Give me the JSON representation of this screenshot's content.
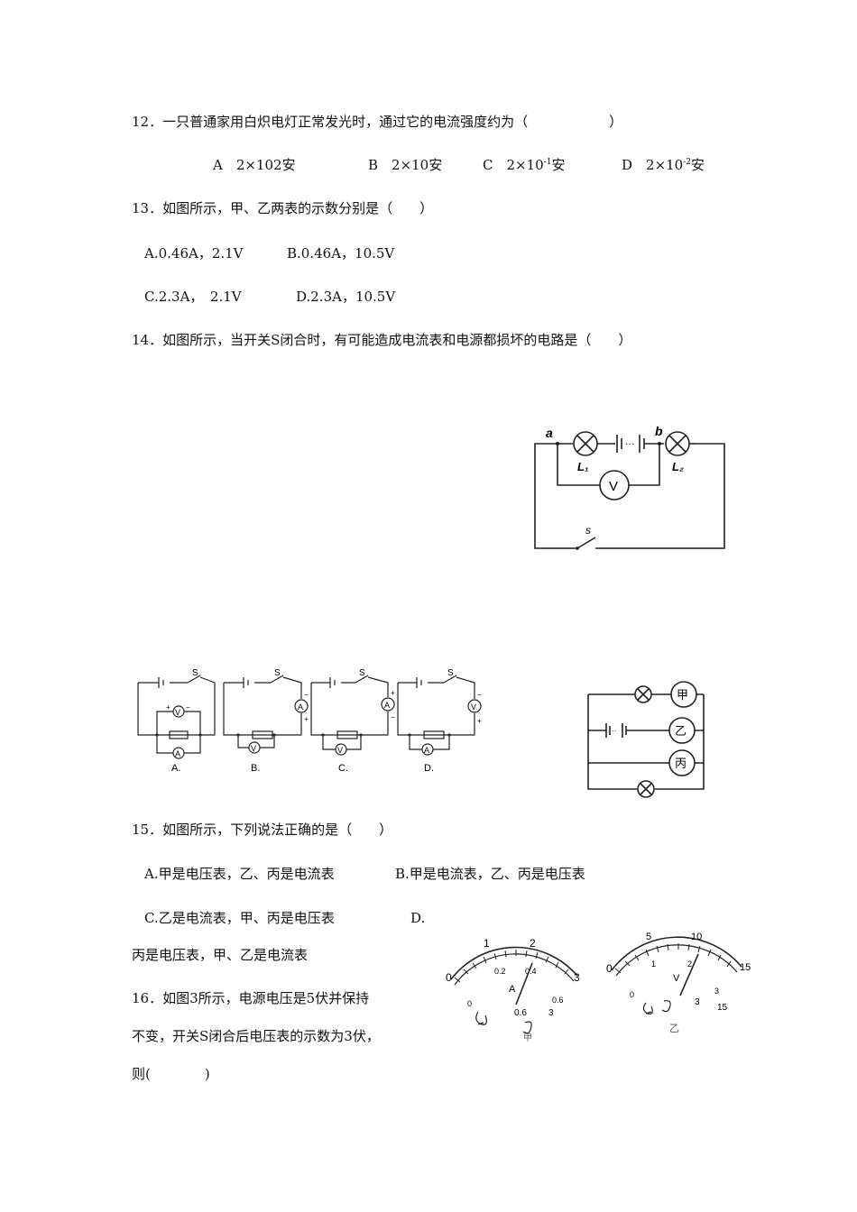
{
  "q12": {
    "stem": "12．一只普通家用白炽电灯正常发光时，通过它的电流强度约为（　　　　　　）",
    "a": "A　2×102安",
    "b": "B　2×10安",
    "c_base": "C　2×10",
    "c_exp": "-1",
    "c_unit": "安",
    "d_base": "D　2×10",
    "d_exp": "-2",
    "d_unit": "安"
  },
  "q13": {
    "stem": "13．如图所示，甲、乙两表的示数分别是（　　）",
    "a": "A.0.46A，2.1V",
    "b": "B.0.46A，10.5V",
    "c": "C.2.3A，　2.1V",
    "d": "D.2.3A，10.5V"
  },
  "q14": {
    "stem": "14．如图所示，当开关S闭合时，有可能造成电流表和电源都损坏的电路是（　　）"
  },
  "q15": {
    "stem": "15．如图所示，下列说法正确的是（　　）",
    "a": "A.甲是电压表，乙、丙是电流表",
    "b": "B.甲是电流表，乙、丙是电压表",
    "c": "C.乙是电流表，甲、丙是电压表",
    "d_label": "D.",
    "d_text": "丙是电压表，甲、乙是电流表"
  },
  "q16": {
    "line1": "16．如图3所示，电源电压是5伏并保持",
    "line2": "不变，开关S闭合后电压表的示数为3伏，",
    "line3": "则(　　　　)"
  },
  "fig_top": {
    "a": "a",
    "b": "b",
    "l1": "L₁",
    "l2": "L₂",
    "v": "V",
    "s": "s"
  },
  "fig_abcd": {
    "labels": [
      "A.",
      "B.",
      "C.",
      "D."
    ],
    "s": "S",
    "v": "V",
    "a": "A",
    "plus": "+",
    "minus": "−"
  },
  "fig_right": {
    "jia": "甲",
    "yi": "乙",
    "bing": "丙"
  },
  "meters": {
    "left": {
      "ticks": [
        "0",
        "1",
        "2",
        "3"
      ],
      "inner": [
        "0",
        "0.2",
        "0.4",
        "0.6"
      ],
      "symbol": "A",
      "terminals": [
        "0.6",
        "3"
      ],
      "caption": "甲"
    },
    "right": {
      "ticks": [
        "0",
        "1",
        "2",
        "3"
      ],
      "outer": [
        "0",
        "5",
        "10",
        "15"
      ],
      "symbol": "V",
      "terminals": [
        "3",
        "15"
      ],
      "caption": "乙"
    }
  }
}
